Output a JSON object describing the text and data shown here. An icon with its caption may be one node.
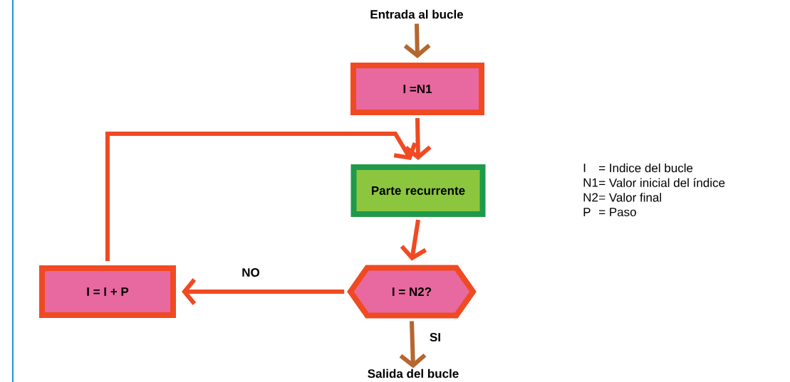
{
  "diagram": {
    "nodes": [
      {
        "text": [
          "Entrada al bucle"
        ]
      },
      {
        "text": [
          "I =N1"
        ]
      },
      {
        "text": [
          "Parte recurrente"
        ]
      },
      {
        "text": [
          "I = N2?"
        ]
      },
      {
        "text": [
          "I = I + P"
        ]
      },
      {
        "text": [
          "Salida del bucle"
        ]
      }
    ],
    "edges": [
      {
        "from": 0,
        "to": 1,
        "arrow": "to",
        "color": "#b5672f"
      },
      {
        "from": 1,
        "to": 2,
        "arrow": "to"
      },
      {
        "from": 2,
        "to": 3,
        "arrow": "to"
      },
      {
        "from": 3,
        "to": 4,
        "arrow": "to",
        "label": "NO"
      },
      {
        "from": 4,
        "to": 2,
        "arrow": "to"
      },
      {
        "from": 3,
        "to": 5,
        "arrow": "to",
        "label": "SI",
        "color": "#b5672f"
      }
    ],
    "labels": [
      "I",
      "= Indice del bucle",
      "N1",
      "= Valor inicial del índice",
      "N2",
      "= Valor final",
      "P",
      "= Paso"
    ]
  }
}
